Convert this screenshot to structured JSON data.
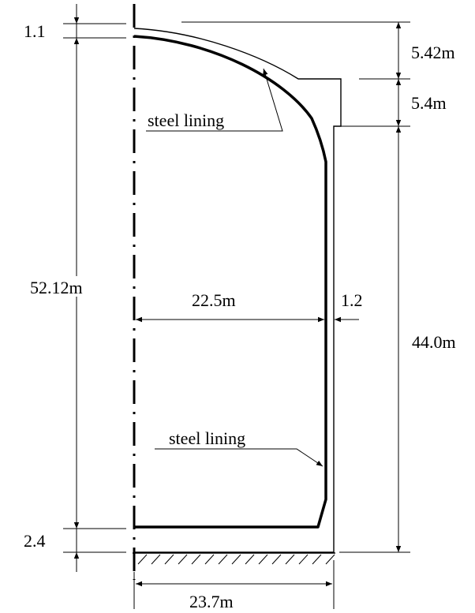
{
  "labels": {
    "top_offset": "1.1",
    "dome_height": "5.42m",
    "ring_height": "5.4m",
    "total_height": "52.12m",
    "wall_height": "44.0m",
    "inner_radius": "22.5m",
    "wall_thickness": "1.2",
    "base_thickness": "2.4",
    "outer_radius": "23.7m",
    "lining_top": "steel lining",
    "lining_bottom": "steel lining"
  }
}
